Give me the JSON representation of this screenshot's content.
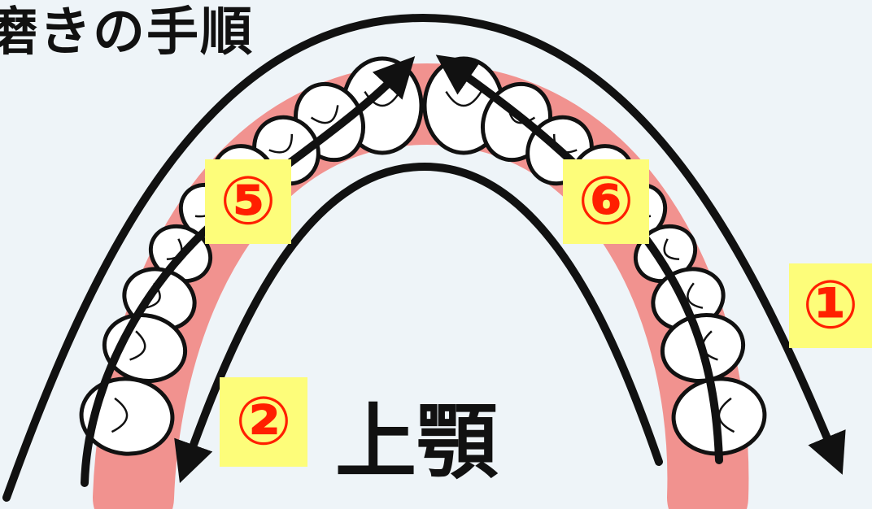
{
  "title": "磨きの手順",
  "jaw_label": "上顎",
  "steps": {
    "step1": "①",
    "step2": "②",
    "step5": "⑤",
    "step6": "⑥"
  },
  "colors": {
    "background": "#eef4f8",
    "gum": "#f1928f",
    "tooth_fill": "#ffffff",
    "outline": "#111111",
    "step_background": "#fdfd7a",
    "step_text": "#ff1f00"
  }
}
